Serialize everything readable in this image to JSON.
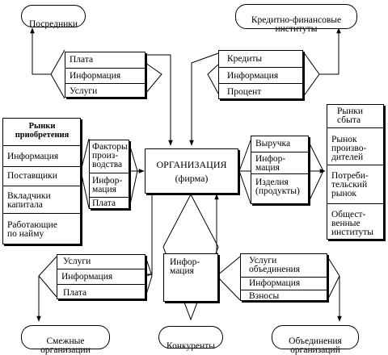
{
  "title": "",
  "center": {
    "title": "ОРГАНИЗАЦИЯ",
    "subtitle": "(фирма)"
  },
  "ovals": {
    "intermediaries": "Посредники",
    "credit": "Кредитно-финансовые\nинституты",
    "adjacent": "Смежные\nорганизации",
    "competitors": "Конкуренты",
    "associations": "Объединения\nорганизаций"
  },
  "intermediaries_flow": [
    "Плата",
    "Информация",
    "Услуги"
  ],
  "credit_flow": [
    "Кредиты",
    "Информация",
    "Процент"
  ],
  "acquisition_market": {
    "title": "Рынки\nприобретения",
    "items": [
      "Информация",
      "Поставщики",
      "Вкладчики\nкапитала",
      "Работающие\nпо  найму"
    ]
  },
  "acquisition_flow": [
    "Факторы\nпроиз-\nводства",
    "Инфор-\nмация",
    "Плата"
  ],
  "sales_flow": [
    "Выручка",
    "Инфор-\nмация",
    "Изделия\n(продукты)"
  ],
  "sales_market": {
    "title": "Рынки\nсбыта",
    "items": [
      "Рынок\nпроизво-\nдителей",
      "Потреби-\nтельский\nрынок",
      "Общест-\nвенные\nинституты"
    ]
  },
  "adjacent_flow": [
    "Услуги",
    "Информация",
    "Плата"
  ],
  "competitors_flow": "Инфор-\nмация",
  "associations_flow": [
    "Услуги\nобъединения",
    "Информация",
    "Взносы"
  ]
}
